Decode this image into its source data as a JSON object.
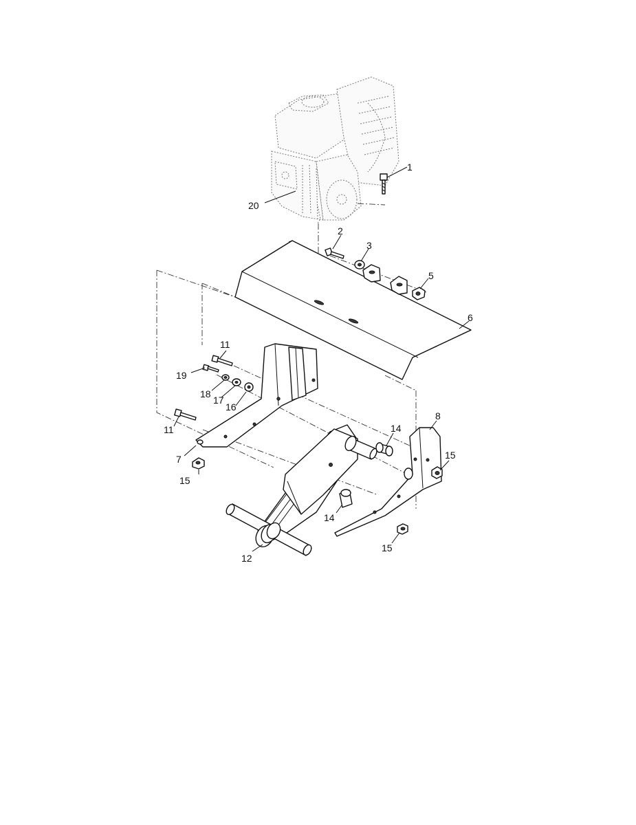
{
  "callouts": {
    "c1": "1",
    "c2": "2",
    "c3": "3",
    "c5": "5",
    "c6": "6",
    "c7": "7",
    "c8": "8",
    "c11a": "11",
    "c11b": "11",
    "c12": "12",
    "c14a": "14",
    "c14b": "14",
    "c15a": "15",
    "c15b": "15",
    "c15c": "15",
    "c16": "16",
    "c17": "17",
    "c18": "18",
    "c19": "19",
    "c20": "20"
  }
}
